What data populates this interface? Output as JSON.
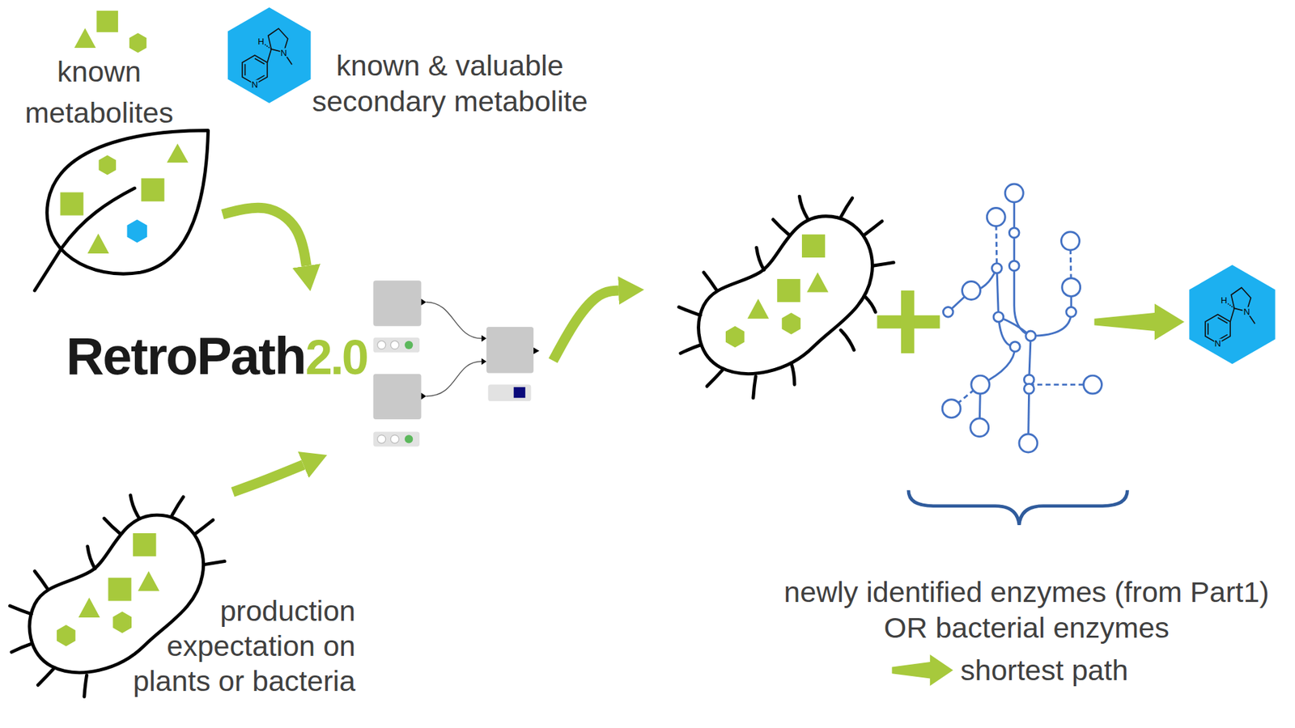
{
  "diagram": {
    "nodes": [
      {
        "text": [
          "known metabolites"
        ]
      },
      {
        "text": [
          "known & valuable secondary metabolite"
        ]
      },
      {
        "text": [
          "RetroPath",
          "2.0"
        ]
      },
      {
        "text": [
          "production expectation on plants or bacteria"
        ]
      },
      {
        "text": [
          "newly identified enzymes (from Part1) OR bacterial enzymes"
        ]
      }
    ],
    "edges": [
      {
        "from": 0,
        "to": 2,
        "arrow": "to"
      },
      {
        "from": 3,
        "to": 2,
        "arrow": "to"
      },
      {
        "from": 2,
        "to": 4,
        "arrow": "to"
      }
    ],
    "labels": [
      "H",
      "N",
      "N",
      "H",
      "N",
      "N"
    ],
    "legend": [
      {
        "text": "shortest path"
      }
    ]
  }
}
